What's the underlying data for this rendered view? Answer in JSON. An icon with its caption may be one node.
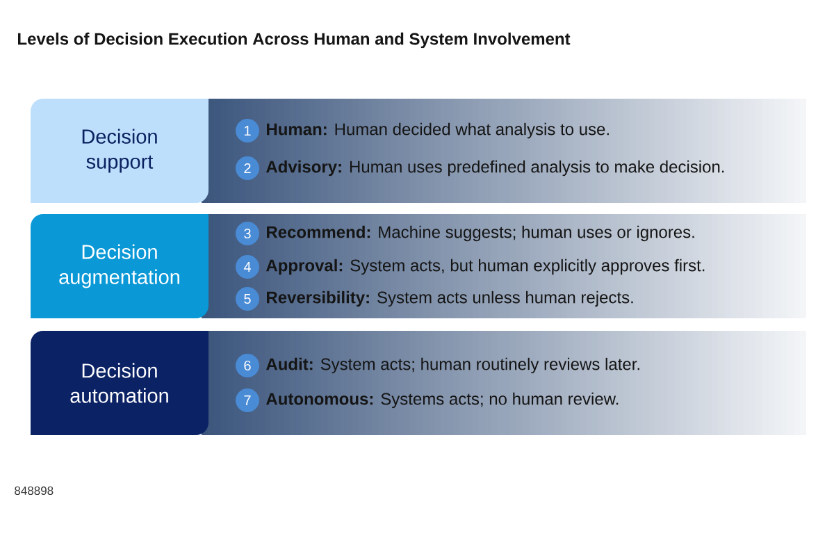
{
  "diagram": {
    "title": "Levels of Decision Execution Across Human and System Involvement",
    "nodes": [
      {
        "text": [
          "Decision support"
        ]
      },
      {
        "text": [],
        "shape": "bar"
      },
      {
        "text": [
          "1"
        ],
        "in": 1,
        "beside": [
          "**Human:** Human decided what analysis to use."
        ]
      },
      {
        "text": [
          "2"
        ],
        "in": 1,
        "beside": [
          "**Advisory:** Human uses predefined analysis to make decision."
        ]
      },
      {
        "text": [
          "Decision augmentation"
        ]
      },
      {
        "text": [],
        "shape": "bar"
      },
      {
        "text": [
          "3"
        ],
        "in": 5,
        "beside": [
          "**Recommend:** Machine suggests; human uses or ignores."
        ]
      },
      {
        "text": [
          "4"
        ],
        "in": 5,
        "beside": [
          "**Approval:** System acts, but human explicitly approves first."
        ]
      },
      {
        "text": [
          "5"
        ],
        "in": 5,
        "beside": [
          "**Reversibility:** System acts unless human rejects."
        ]
      },
      {
        "text": [
          "Decision automation"
        ]
      },
      {
        "text": [],
        "shape": "bar"
      },
      {
        "text": [
          "6"
        ],
        "in": 10,
        "beside": [
          "**Audit:** System acts; human routinely reviews later."
        ]
      },
      {
        "text": [
          "7"
        ],
        "in": 10,
        "beside": [
          "**Autonomous:** Systems acts; no human review."
        ]
      }
    ],
    "labels": [
      "848898"
    ]
  }
}
